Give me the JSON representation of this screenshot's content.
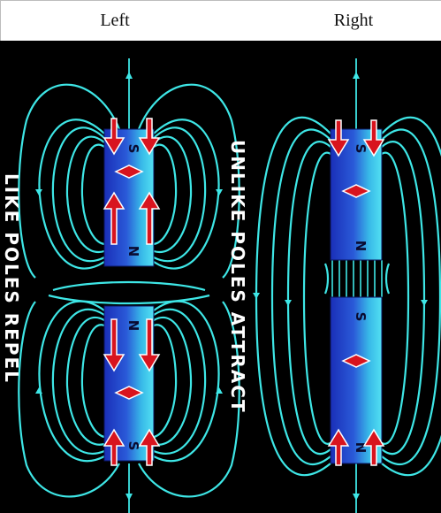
{
  "header": {
    "left_label": "Left",
    "right_label": "Right"
  },
  "diagram": {
    "left_label": "LIKE POLES REPEL",
    "center_label": "UNLIKE POLES ATTRACT",
    "left_top_magnet": {
      "top_pole": "S",
      "bottom_pole": "N"
    },
    "left_bottom_magnet": {
      "top_pole": "N",
      "bottom_pole": "S"
    },
    "right_top_magnet": {
      "top_pole": "S",
      "bottom_pole": "N"
    },
    "right_bottom_magnet": {
      "top_pole": "S",
      "bottom_pole": "N"
    }
  },
  "colors": {
    "field_line": "#3ee6e6",
    "magnet_blue": "#2448d8",
    "magnet_cyan": "#3fd7f0",
    "arrow_red": "#d8141e",
    "background": "#000000"
  }
}
